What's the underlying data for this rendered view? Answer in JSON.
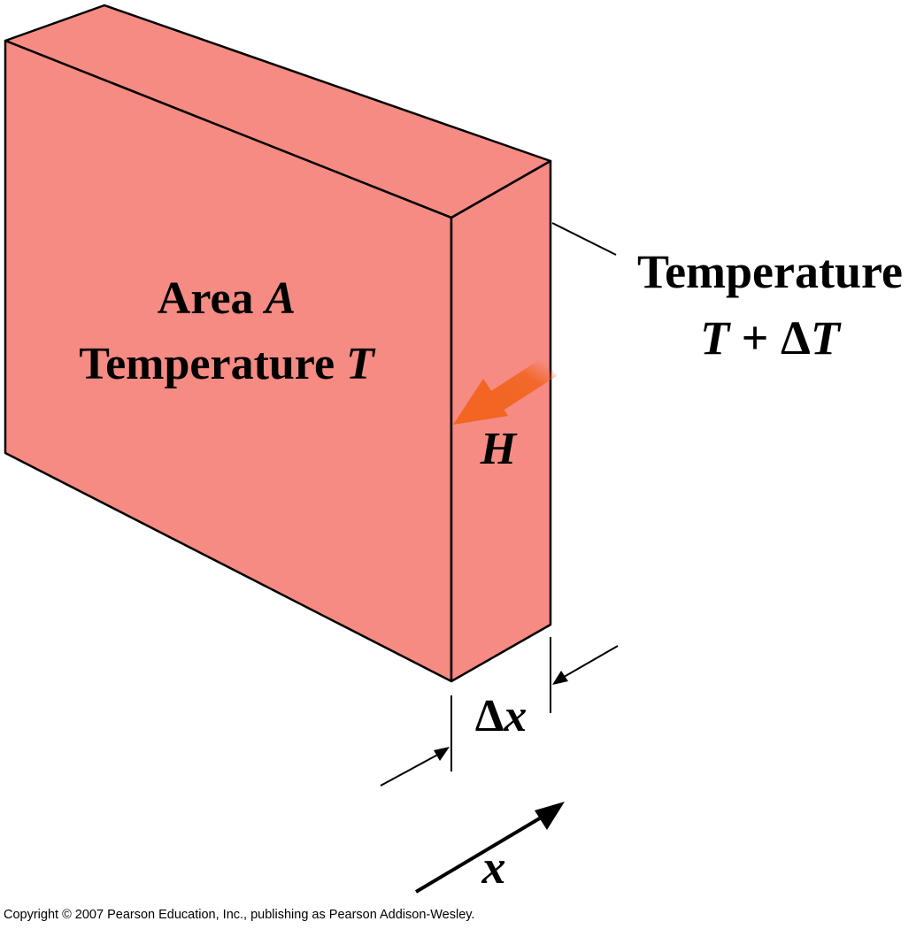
{
  "colors": {
    "slab_front": "#f58b82",
    "slab_top": "#f58b82",
    "slab_side": "#f58b82",
    "heat_arrow": "#f26522",
    "outline": "#000000"
  },
  "slab_labels": {
    "area_word": "Area ",
    "area_symbol": "A",
    "temp_word": "Temperature ",
    "temp_symbol": "T"
  },
  "right_labels": {
    "temp_word": "Temperature",
    "temp_expr_T": "T",
    "temp_expr_plus": " + ",
    "temp_expr_delta": "Δ",
    "temp_expr_T2": "T"
  },
  "heat_flow": {
    "symbol": "H"
  },
  "thickness": {
    "delta": "Δ",
    "symbol": "x"
  },
  "axis": {
    "symbol": "x"
  },
  "copyright": "Copyright © 2007 Pearson Education, Inc., publishing as Pearson Addison-Wesley."
}
